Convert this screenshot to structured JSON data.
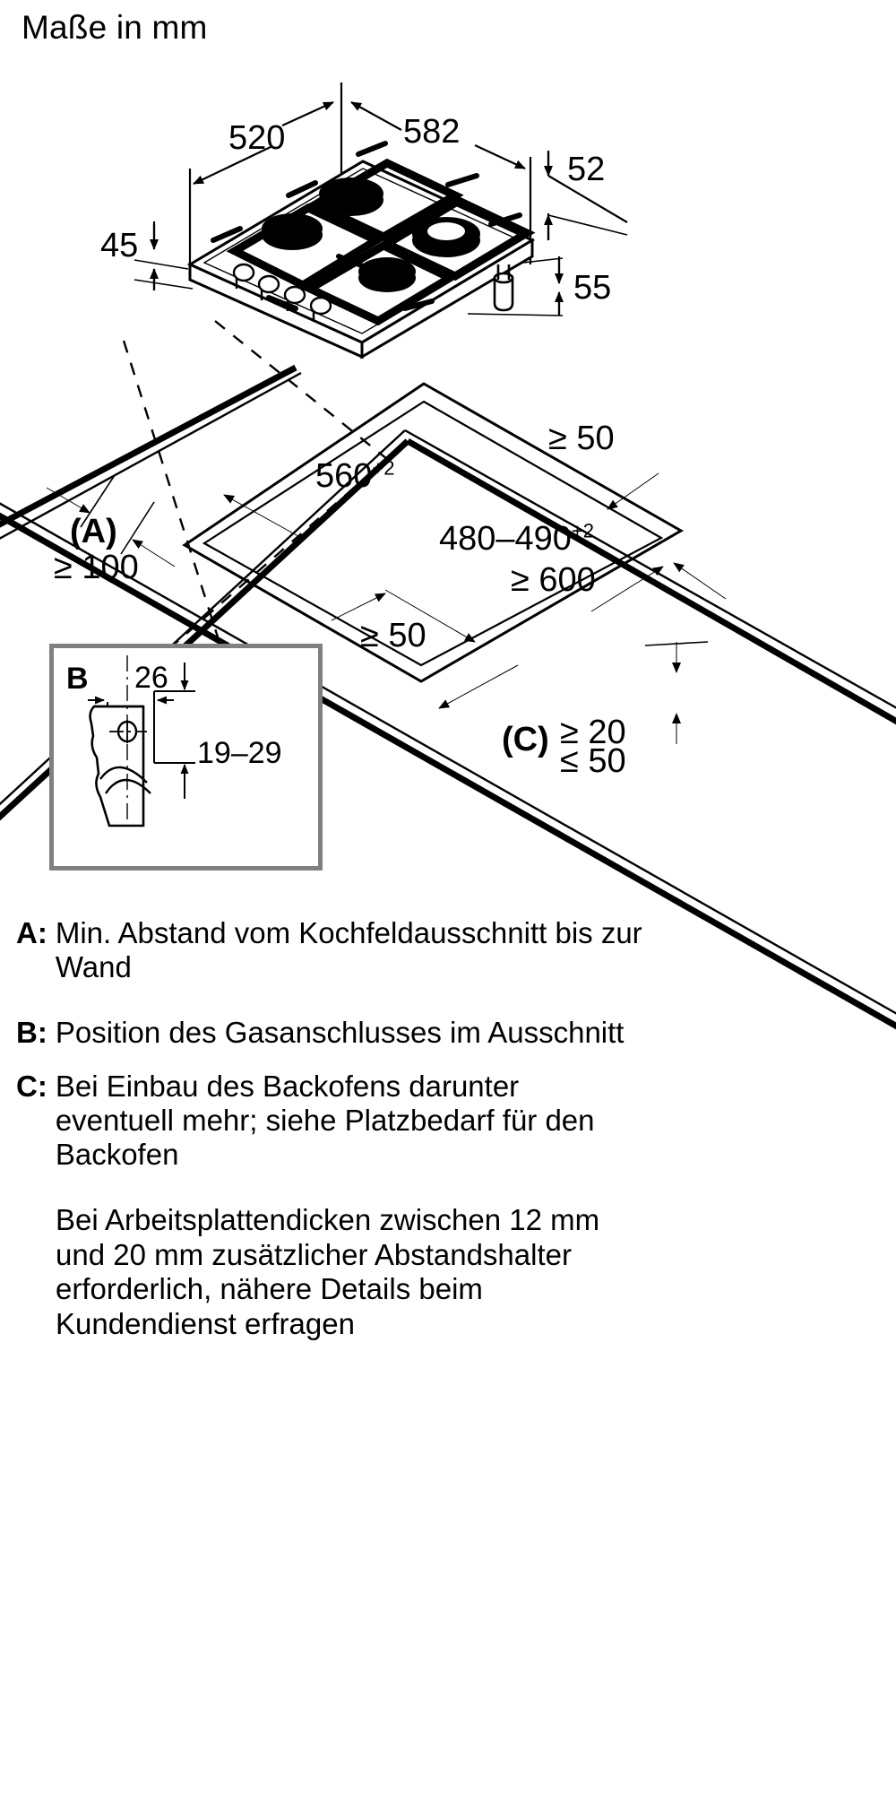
{
  "title": "Maße in mm",
  "hob_view": {
    "dims": {
      "width_front": "520",
      "width_total": "582",
      "depth_edge": "52",
      "height_front": "45",
      "height_total": "55"
    }
  },
  "cutout_view": {
    "dims": {
      "cutout_width": "560",
      "cutout_width_tol": "+2",
      "cutout_depth": "480–490",
      "cutout_depth_tol": "+2",
      "side_clearance_right": "≥ 50",
      "side_clearance_front": "≥ 50",
      "rear_clearance": "≥ 600",
      "wall_ref": "(A)",
      "wall_clearance": "≥ 100"
    }
  },
  "detail_b": {
    "key": "B",
    "dims": {
      "offset_x": "26",
      "offset_y": "19–29"
    }
  },
  "detail_c": {
    "key": "(C)",
    "min": "≥ 20",
    "max": "≤ 50"
  },
  "legend": {
    "a": {
      "key": "A:",
      "text": "Min. Abstand vom Kochfeldausschnitt bis zur Wand"
    },
    "b": {
      "key": "B:",
      "text": "Position des Gasanschlusses im Ausschnitt"
    },
    "c": {
      "key": "C:",
      "text": "Bei Einbau des Backofens darunter eventuell mehr; siehe Platzbedarf für den Backofen"
    },
    "note": "Bei Arbeitsplattendicken zwischen 12 mm und 20 mm zusätzlicher Abstandshalter erforderlich, nähere Details beim Kundendienst erfragen"
  },
  "icons": {
    "hob": "gas-hob-icon",
    "worktop": "worktop-cutout-icon",
    "gas_connection": "gas-connection-icon"
  }
}
